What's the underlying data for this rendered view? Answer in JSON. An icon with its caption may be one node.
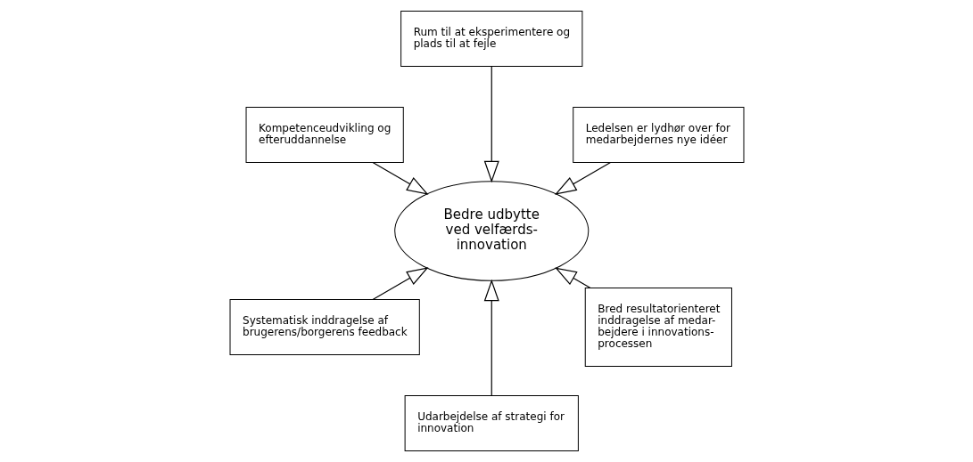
{
  "diagram": {
    "nodes": [
      {
        "text": [
          "Bedre udbytte ved velfærds- innovation"
        ]
      },
      {
        "text": [
          "Ledelsen er lydhør over for medarbejdernes nye idéer"
        ]
      },
      {
        "text": [
          "Rum til at eksperimentere og plads til at fejle"
        ]
      },
      {
        "text": [
          "Kompetenceudvikling og efteruddannelse"
        ]
      },
      {
        "text": [
          "Systematisk inddragelse af brugerens/borgerens feedback"
        ]
      },
      {
        "text": [
          "Udarbejdelse af strategi for innovation"
        ]
      },
      {
        "text": [
          "Bred resultatorienteret inddragelse af medar- bejdere i innovations- processen"
        ]
      }
    ],
    "edges": [
      {
        "from": 1,
        "to": 0,
        "arrow": "to"
      },
      {
        "from": 2,
        "to": 0,
        "arrow": "to"
      },
      {
        "from": 3,
        "to": 0,
        "arrow": "to"
      },
      {
        "from": 4,
        "to": 0,
        "arrow": "to"
      },
      {
        "from": 5,
        "to": 0,
        "arrow": "to"
      },
      {
        "from": 6,
        "to": 0,
        "arrow": "to"
      }
    ]
  }
}
